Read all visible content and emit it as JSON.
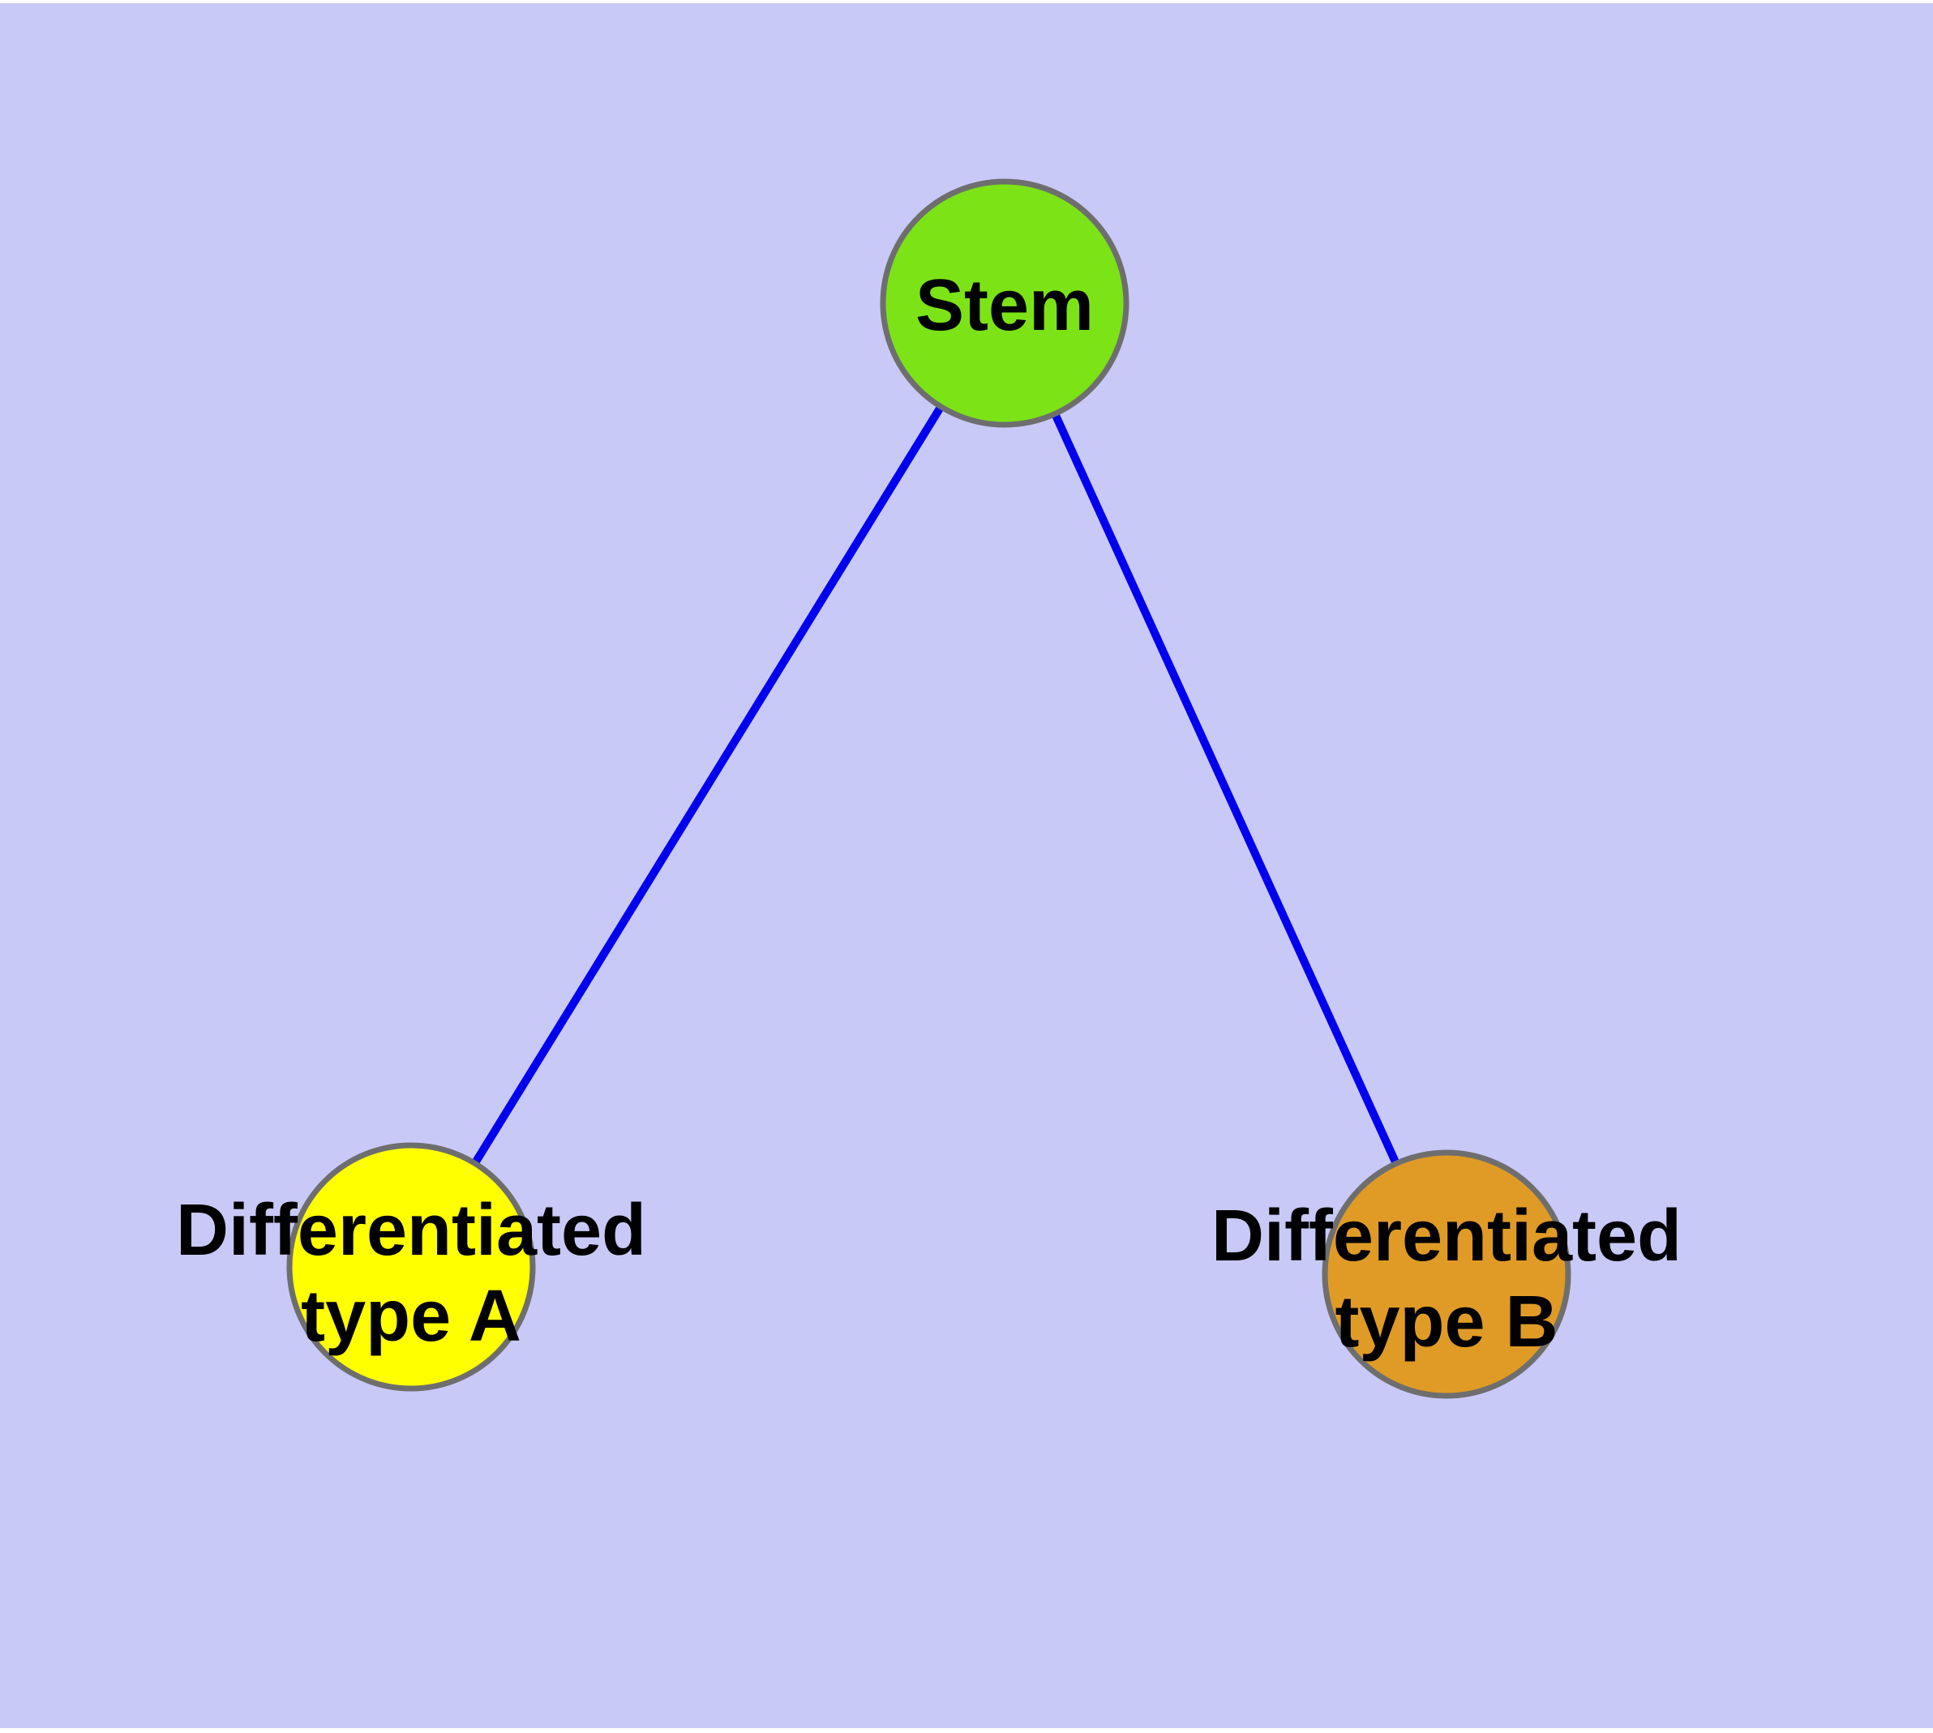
{
  "diagram": {
    "title": "",
    "background_color": "#c9c9f8",
    "page_margin_color": "#ffffff",
    "edge_color": "#0000ee",
    "node_border_color": "#6e6e6e",
    "text_color": "#000000",
    "nodes": [
      {
        "id": "stem",
        "label": "Stem",
        "label_lines": [
          "Stem"
        ],
        "fill": "#7ce317"
      },
      {
        "id": "differentiated-type-a",
        "label": "Differentiated type A",
        "label_lines": [
          "Differentiated",
          "type A"
        ],
        "fill": "#ffff00"
      },
      {
        "id": "differentiated-type-b",
        "label": "Differentiated type B",
        "label_lines": [
          "Differentiated",
          "type B"
        ],
        "fill": "#e09b26"
      }
    ],
    "edges": [
      {
        "from": "stem",
        "to": "differentiated-type-a"
      },
      {
        "from": "stem",
        "to": "differentiated-type-b"
      }
    ]
  }
}
